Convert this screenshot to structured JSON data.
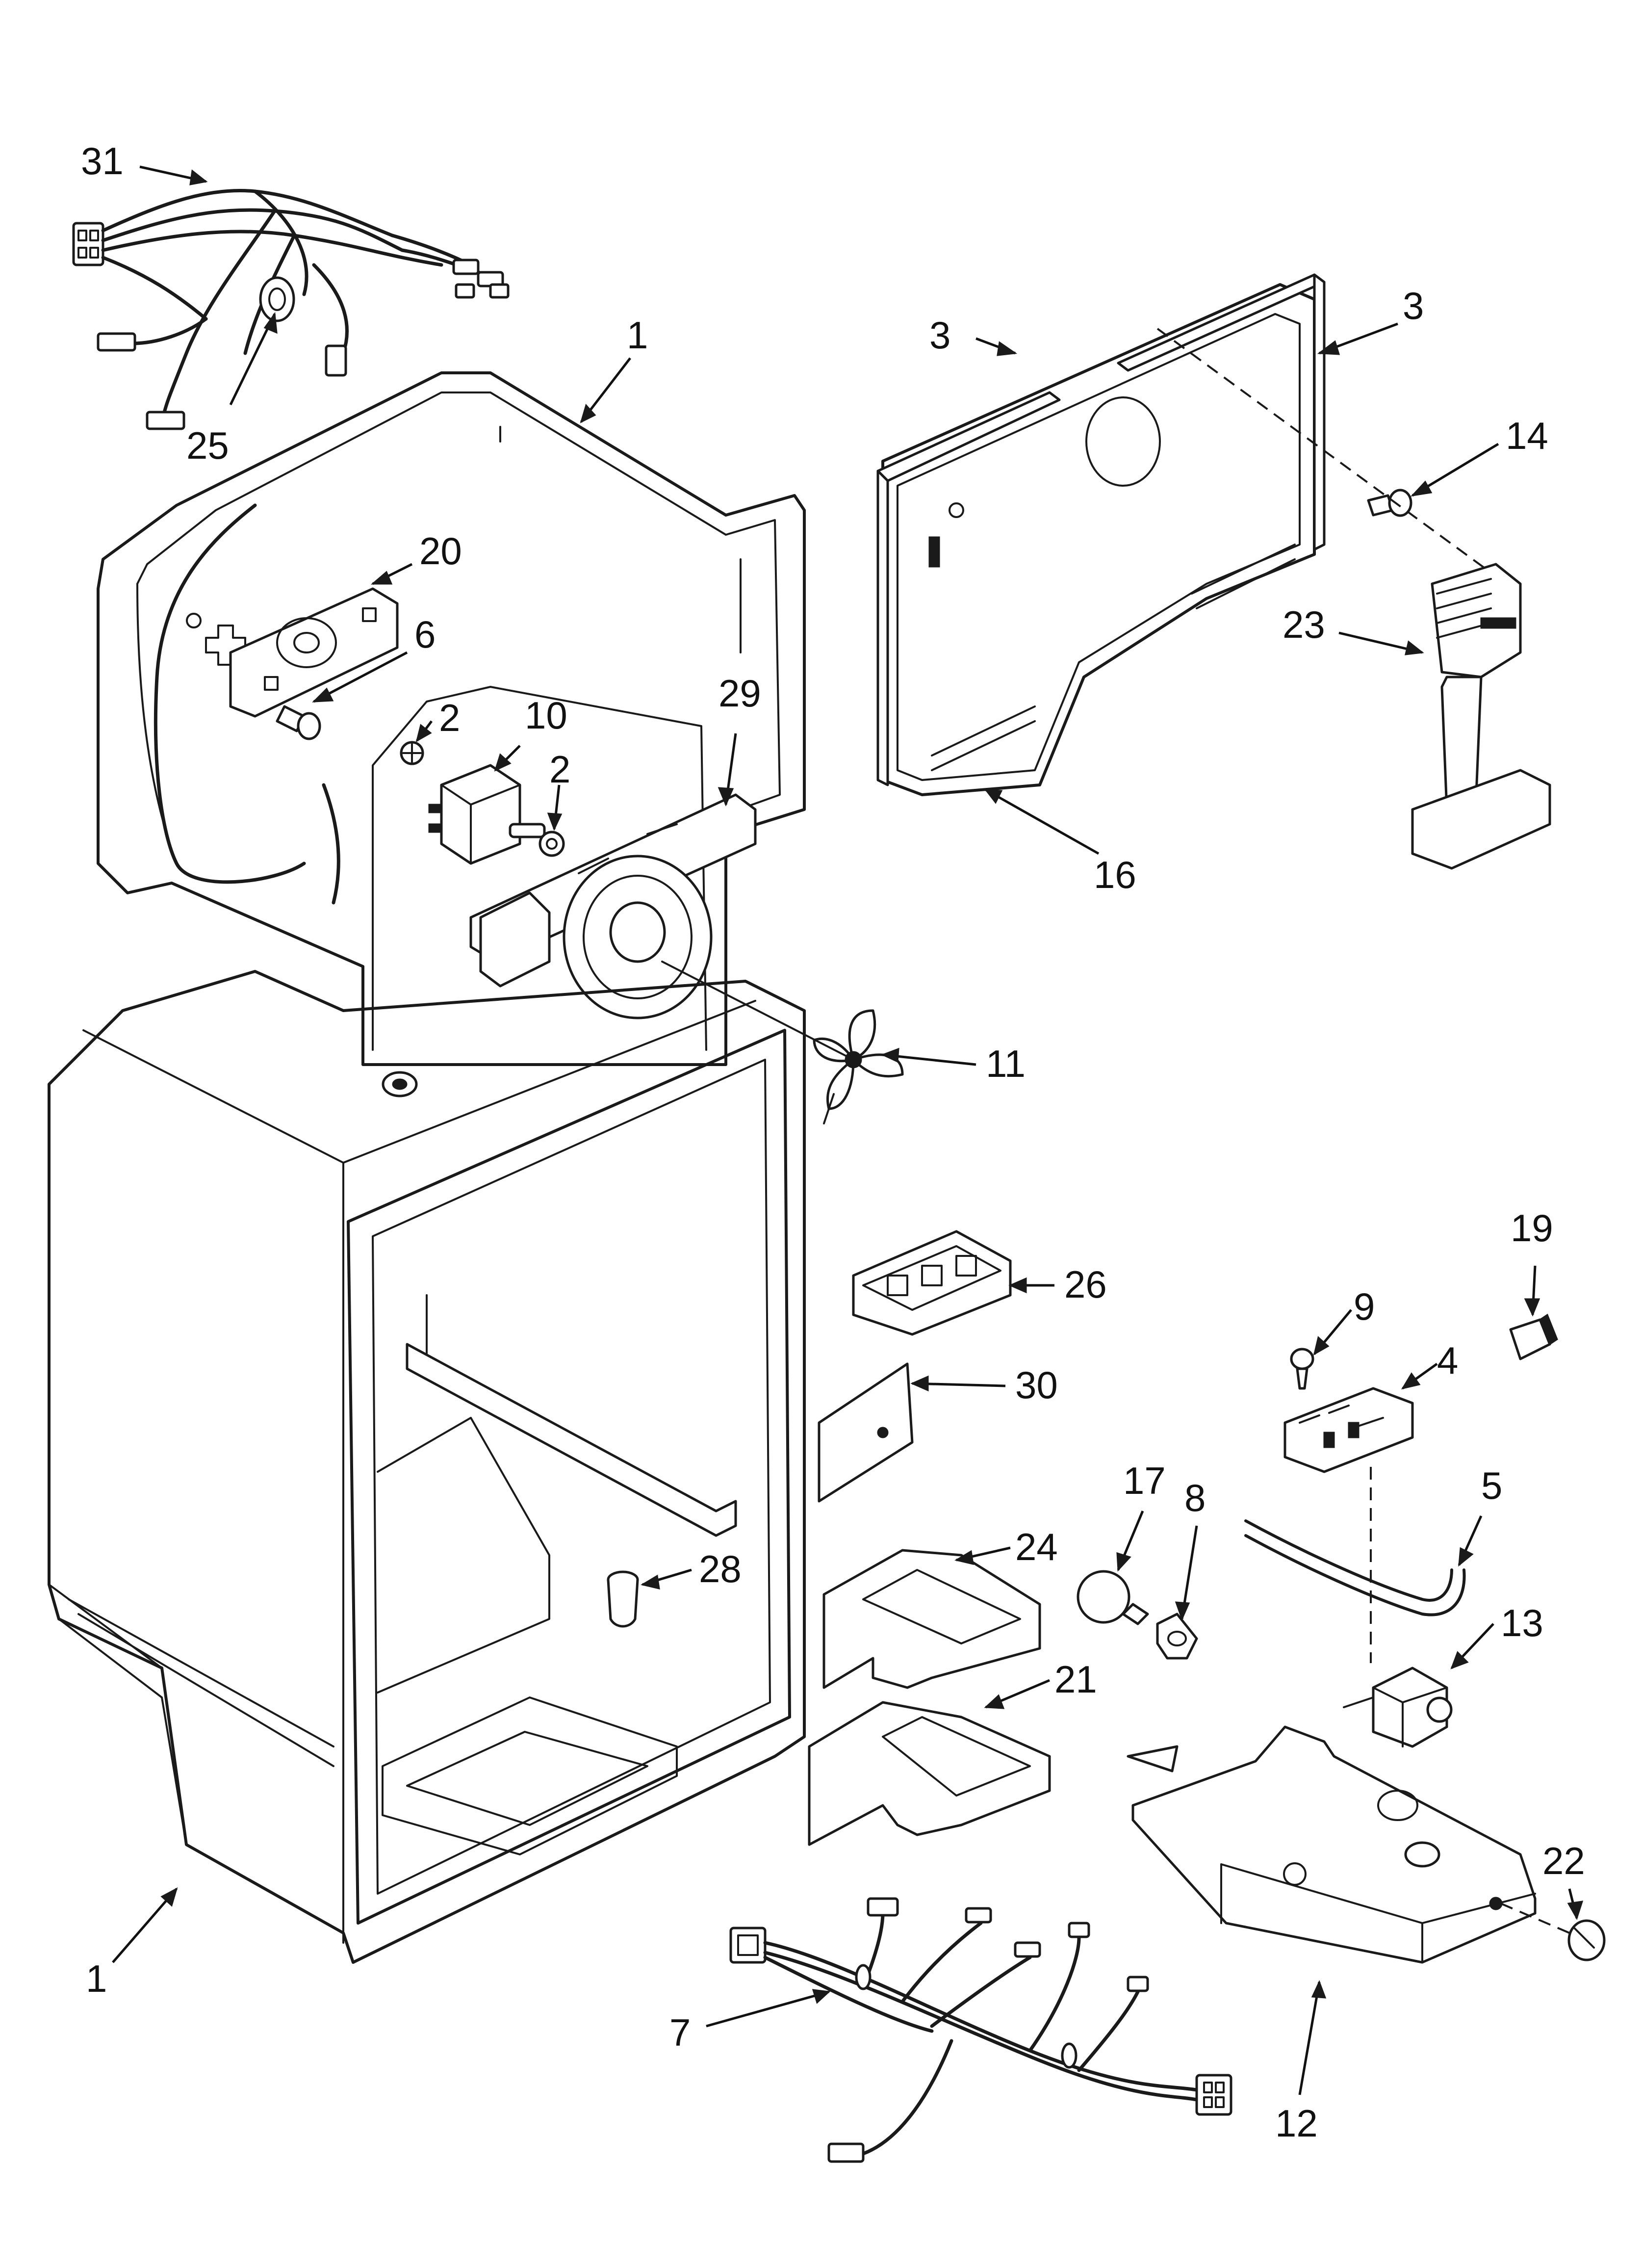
{
  "callouts": [
    {
      "id": "c31a",
      "text": "31"
    },
    {
      "id": "c1a",
      "text": "1"
    },
    {
      "id": "c25",
      "text": "25"
    },
    {
      "id": "c3a",
      "text": "3"
    },
    {
      "id": "c3b",
      "text": "3"
    },
    {
      "id": "c14",
      "text": "14"
    },
    {
      "id": "c20",
      "text": "20"
    },
    {
      "id": "c6",
      "text": "6"
    },
    {
      "id": "c2a",
      "text": "2"
    },
    {
      "id": "c10",
      "text": "10"
    },
    {
      "id": "c29",
      "text": "29"
    },
    {
      "id": "c2b",
      "text": "2"
    },
    {
      "id": "c23",
      "text": "23"
    },
    {
      "id": "c16",
      "text": "16"
    },
    {
      "id": "c11",
      "text": "11"
    },
    {
      "id": "c19",
      "text": "19"
    },
    {
      "id": "c26",
      "text": "26"
    },
    {
      "id": "c9",
      "text": "9"
    },
    {
      "id": "c4",
      "text": "4"
    },
    {
      "id": "c30",
      "text": "30"
    },
    {
      "id": "c17",
      "text": "17"
    },
    {
      "id": "c8",
      "text": "8"
    },
    {
      "id": "c5",
      "text": "5"
    },
    {
      "id": "c24",
      "text": "24"
    },
    {
      "id": "c28",
      "text": "28"
    },
    {
      "id": "c13",
      "text": "13"
    },
    {
      "id": "c21",
      "text": "21"
    },
    {
      "id": "c22",
      "text": "22"
    },
    {
      "id": "c1b",
      "text": "1"
    },
    {
      "id": "c7",
      "text": "7"
    },
    {
      "id": "c12",
      "text": "12"
    }
  ]
}
